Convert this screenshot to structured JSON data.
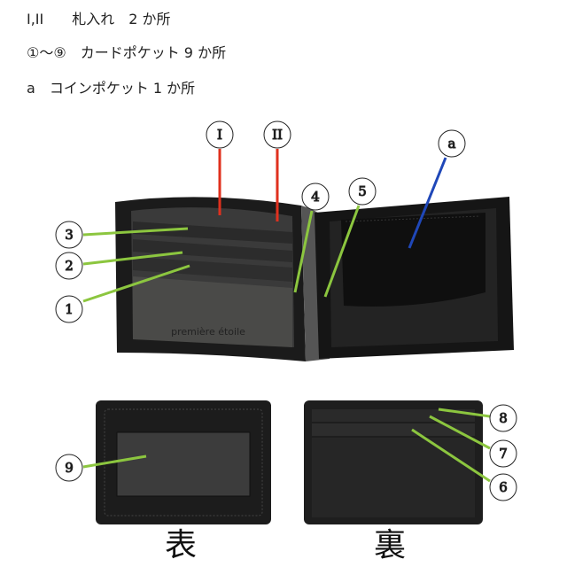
{
  "legend": [
    {
      "key": "I,II",
      "text": "札入れ　2 か所"
    },
    {
      "key": "①〜⑨",
      "text": "カードポケット 9 か所"
    },
    {
      "key": "a",
      "text": "コインポケット 1 か所"
    }
  ],
  "brand_emboss": "première étoile",
  "callouts": {
    "I": "I",
    "II": "II",
    "a": "a",
    "c1": "1",
    "c2": "2",
    "c3": "3",
    "c4": "4",
    "c5": "5",
    "c6": "6",
    "c7": "7",
    "c8": "8",
    "c9": "9"
  },
  "sides": {
    "front": "表",
    "back": "裏"
  },
  "colors": {
    "bill": "#e0301e",
    "coin": "#1f47b8",
    "card": "#8cc63f"
  }
}
